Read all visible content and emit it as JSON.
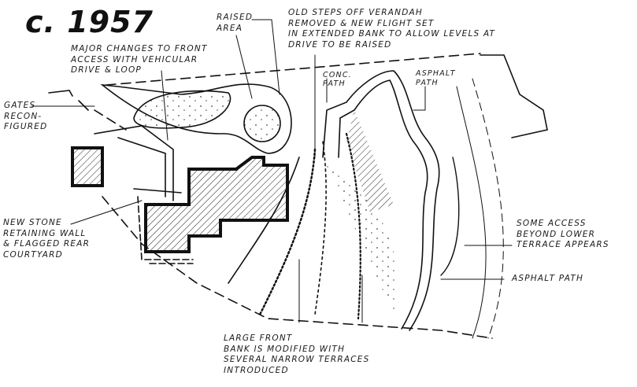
{
  "title": "c. 1957",
  "labels": {
    "raised_area": [
      "Raised",
      "Area"
    ],
    "old_steps": [
      "Old steps off verandah",
      "removed & new flight set",
      "in extended bank to allow levels at",
      "drive to be raised"
    ],
    "major_changes": [
      "Major changes to front",
      "access with vehicular",
      "drive & loop"
    ],
    "gates": [
      "Gates",
      "recon-",
      "figured"
    ],
    "conc_path": [
      "Conc.",
      "path"
    ],
    "asphalt_path_top": [
      "Asphalt",
      "path"
    ],
    "retaining_wall": [
      "New stone",
      "retaining wall",
      "& flagged rear",
      "courtyard"
    ],
    "some_access": [
      "Some access",
      "beyond lower",
      "terrace appears"
    ],
    "asphalt_path_right": "Asphalt path",
    "large_front_bank": [
      "Large front",
      "bank is modified with",
      "several narrow terraces",
      "introduced"
    ]
  }
}
